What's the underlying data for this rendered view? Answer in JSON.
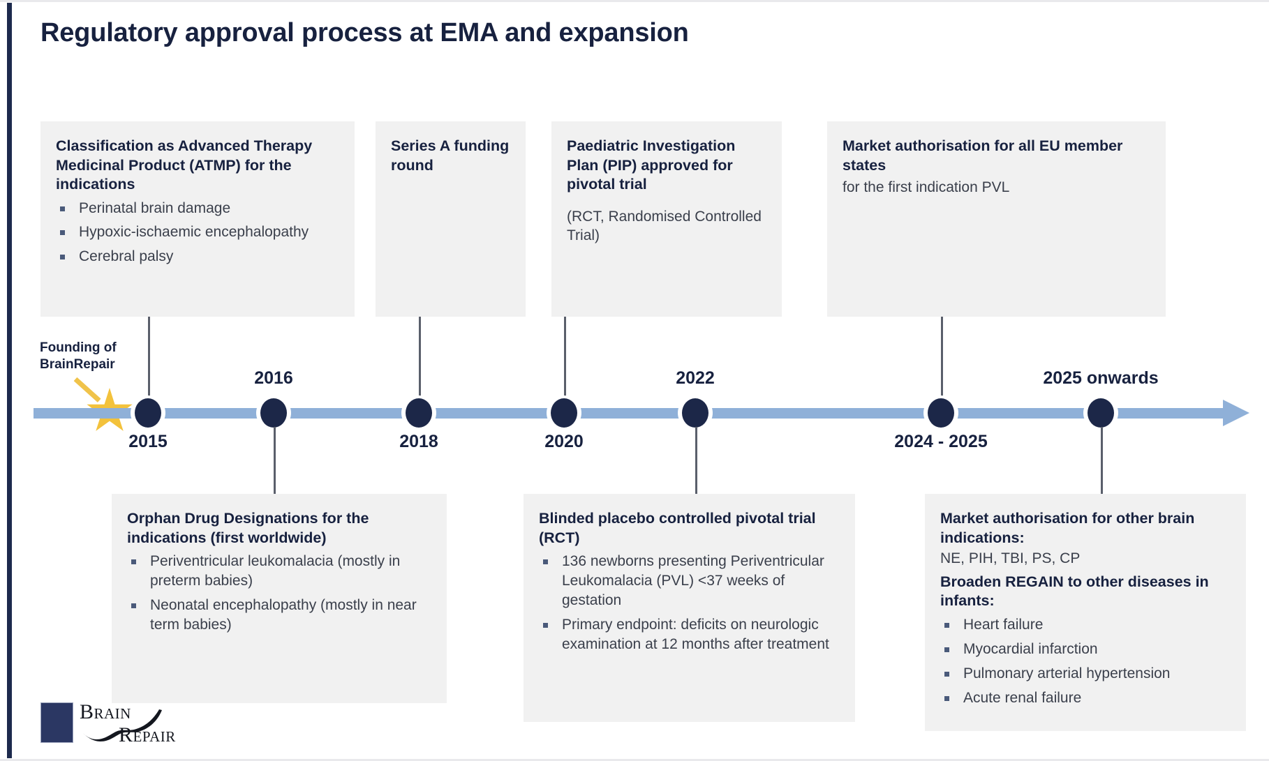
{
  "title": "Regulatory approval process at EMA and expansion",
  "colors": {
    "accent_navy": "#1d2a4d",
    "axis_blue": "#8fb0d8",
    "node_navy": "#1c2748",
    "card_grey": "#f1f1f1",
    "star_gold": "#f3c23c",
    "bullet_blue": "#4a5a7a"
  },
  "founding_callout": {
    "line1": "Founding of",
    "line2": "BrainRepair"
  },
  "timeline": {
    "markers": [
      {
        "year": "2015",
        "position": "below"
      },
      {
        "year": "2016",
        "position": "above"
      },
      {
        "year": "2018",
        "position": "below"
      },
      {
        "year": "2020",
        "position": "below"
      },
      {
        "year": "2022",
        "position": "above"
      },
      {
        "year": "2024 - 2025",
        "position": "below"
      },
      {
        "year": "2025 onwards",
        "position": "above"
      }
    ]
  },
  "cards_above": [
    {
      "id": "atmp",
      "heading": "Classification as Advanced Therapy Medicinal Product (ATMP) for the indications",
      "bullets": [
        "Perinatal brain damage",
        "Hypoxic-ischaemic encephalopathy",
        "Cerebral palsy"
      ]
    },
    {
      "id": "series-a",
      "heading": "Series A funding round",
      "bullets": []
    },
    {
      "id": "pip",
      "heading": "Paediatric Investigation Plan (PIP) approved for pivotal trial",
      "subtext": "(RCT, Randomised Controlled Trial)",
      "bullets": []
    },
    {
      "id": "market-auth-eu",
      "heading": "Market authorisation for all EU member states",
      "subtext": "for the first indication PVL",
      "bullets": []
    }
  ],
  "cards_below": [
    {
      "id": "orphan-drug",
      "heading": "Orphan Drug Designations for the indications (first worldwide)",
      "bullets": [
        "Periventricular leukomalacia (mostly in preterm babies)",
        "Neonatal encephalopathy (mostly in near term babies)"
      ]
    },
    {
      "id": "pivotal-trial",
      "heading": "Blinded placebo controlled pivotal trial (RCT)",
      "bullets": [
        "136 newborns presenting Periventricular Leukomalacia (PVL) <37 weeks of gestation",
        "Primary endpoint: deficits on neurologic examination at 12 months after treatment"
      ]
    },
    {
      "id": "expansion",
      "heading": "Market authorisation for other brain indications:",
      "subtext": "NE, PIH, TBI, PS, CP",
      "heading2": "Broaden REGAIN to other diseases in infants:",
      "bullets": [
        "Heart failure",
        "Myocardial infarction",
        "Pulmonary arterial hypertension",
        "Acute renal failure"
      ]
    }
  ],
  "logo": {
    "word1": "Brain",
    "word2": "Repair"
  }
}
